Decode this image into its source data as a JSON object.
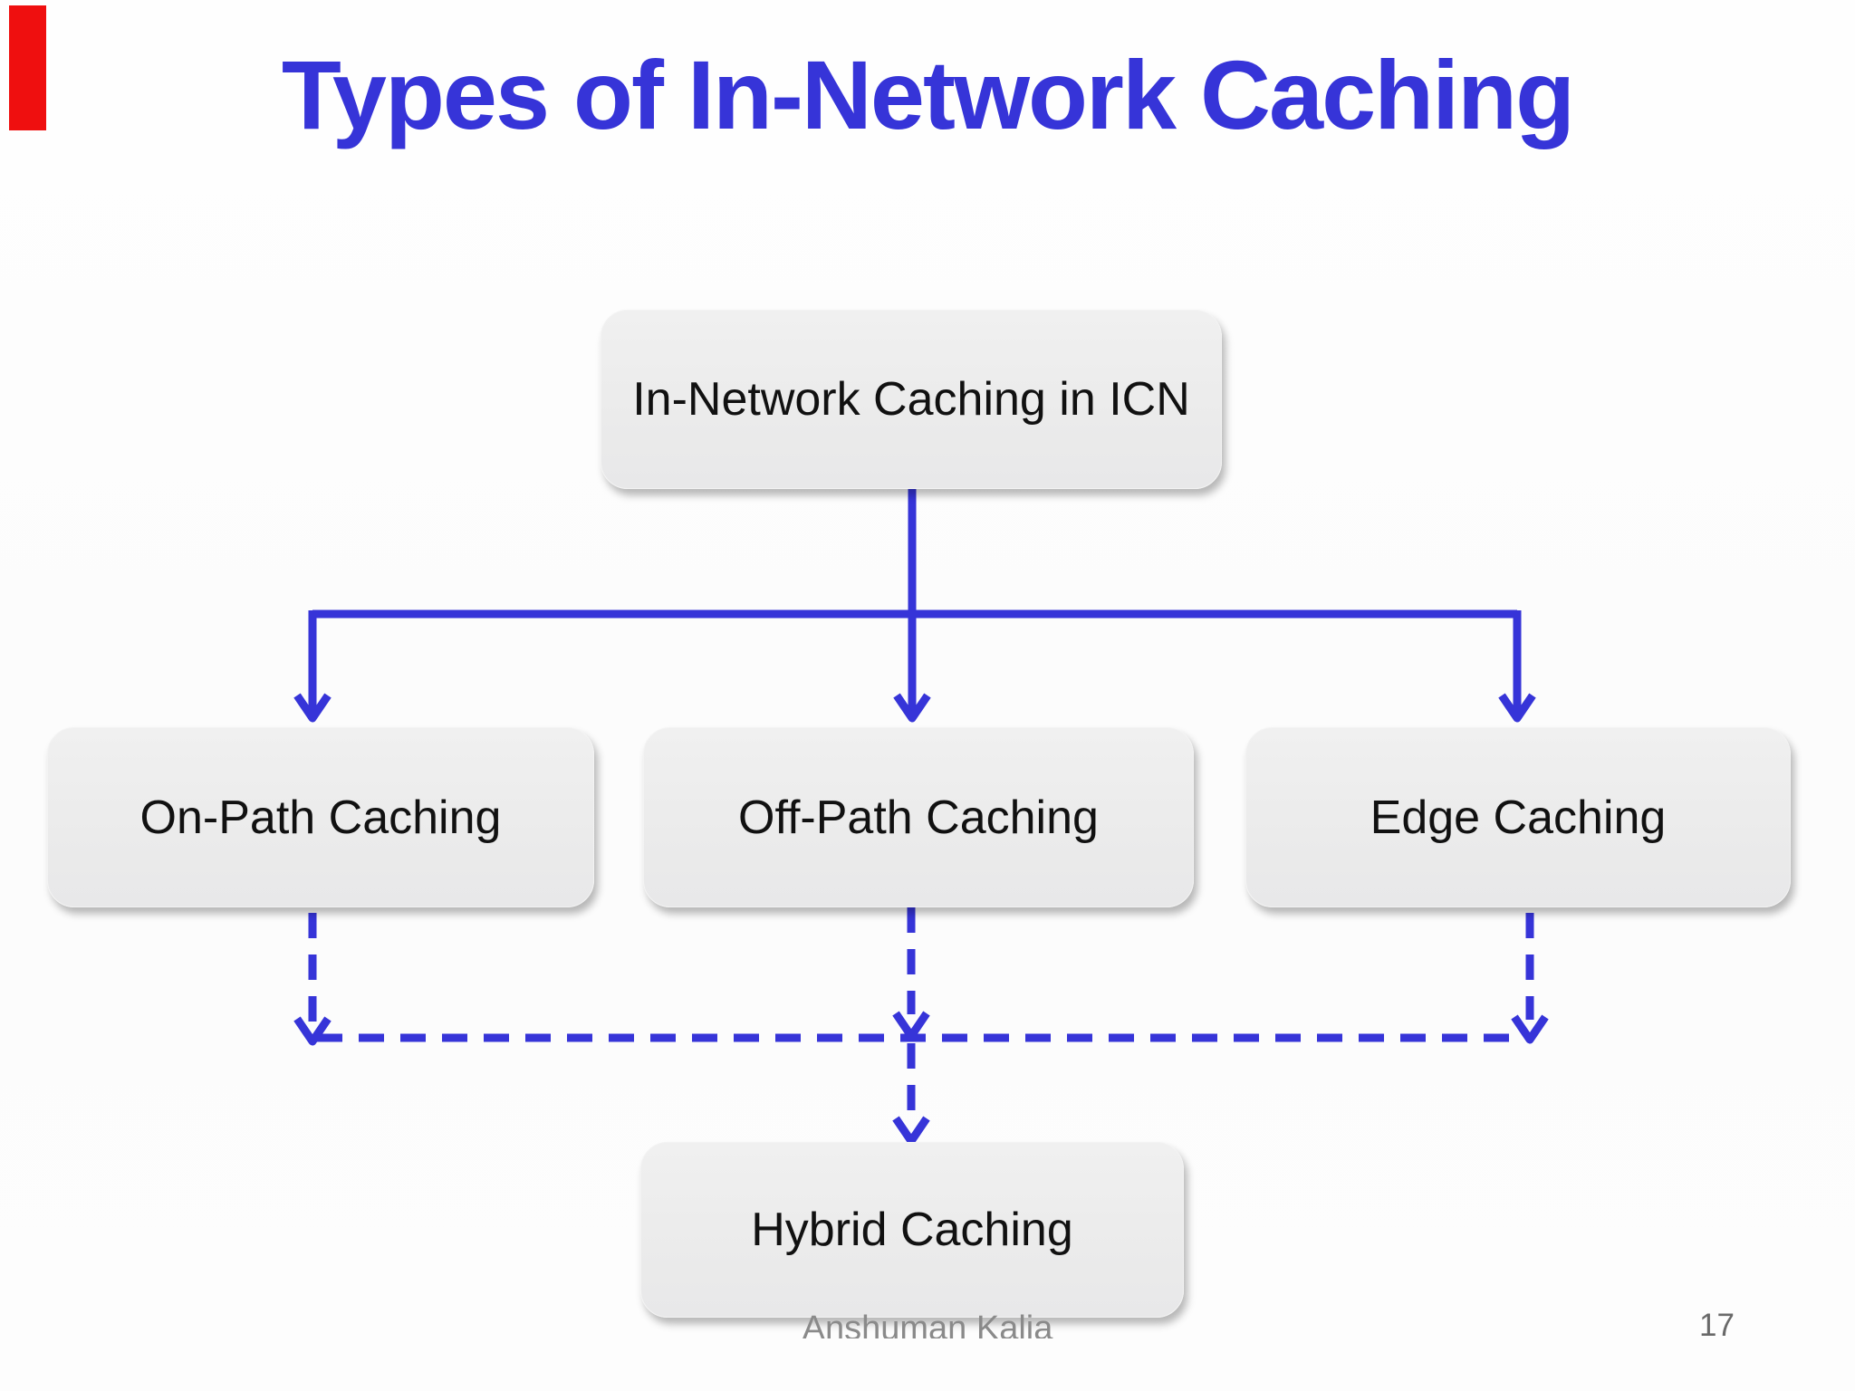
{
  "slide": {
    "title": "Types of In-Network Caching",
    "footer": "Anshuman Kalia",
    "page_number": "17"
  },
  "diagram": {
    "root": {
      "label": "In-Network Caching in ICN"
    },
    "children": [
      {
        "label": "On-Path Caching"
      },
      {
        "label": "Off-Path Caching"
      },
      {
        "label": "Edge Caching"
      }
    ],
    "merge": {
      "label": "Hybrid Caching"
    },
    "connectors": {
      "solid_description": "arrows from root to each child",
      "dashed_description": "dashed arrows from each child merging into Hybrid Caching"
    }
  },
  "colors": {
    "title_blue": "#3634d8",
    "accent_blue": "#3634d8",
    "box_fill": "#ececec",
    "box_text": "#111111",
    "footer_gray": "#8a8a8a",
    "page_number_gray": "#696969",
    "red_marker": "#ef0f0f"
  }
}
